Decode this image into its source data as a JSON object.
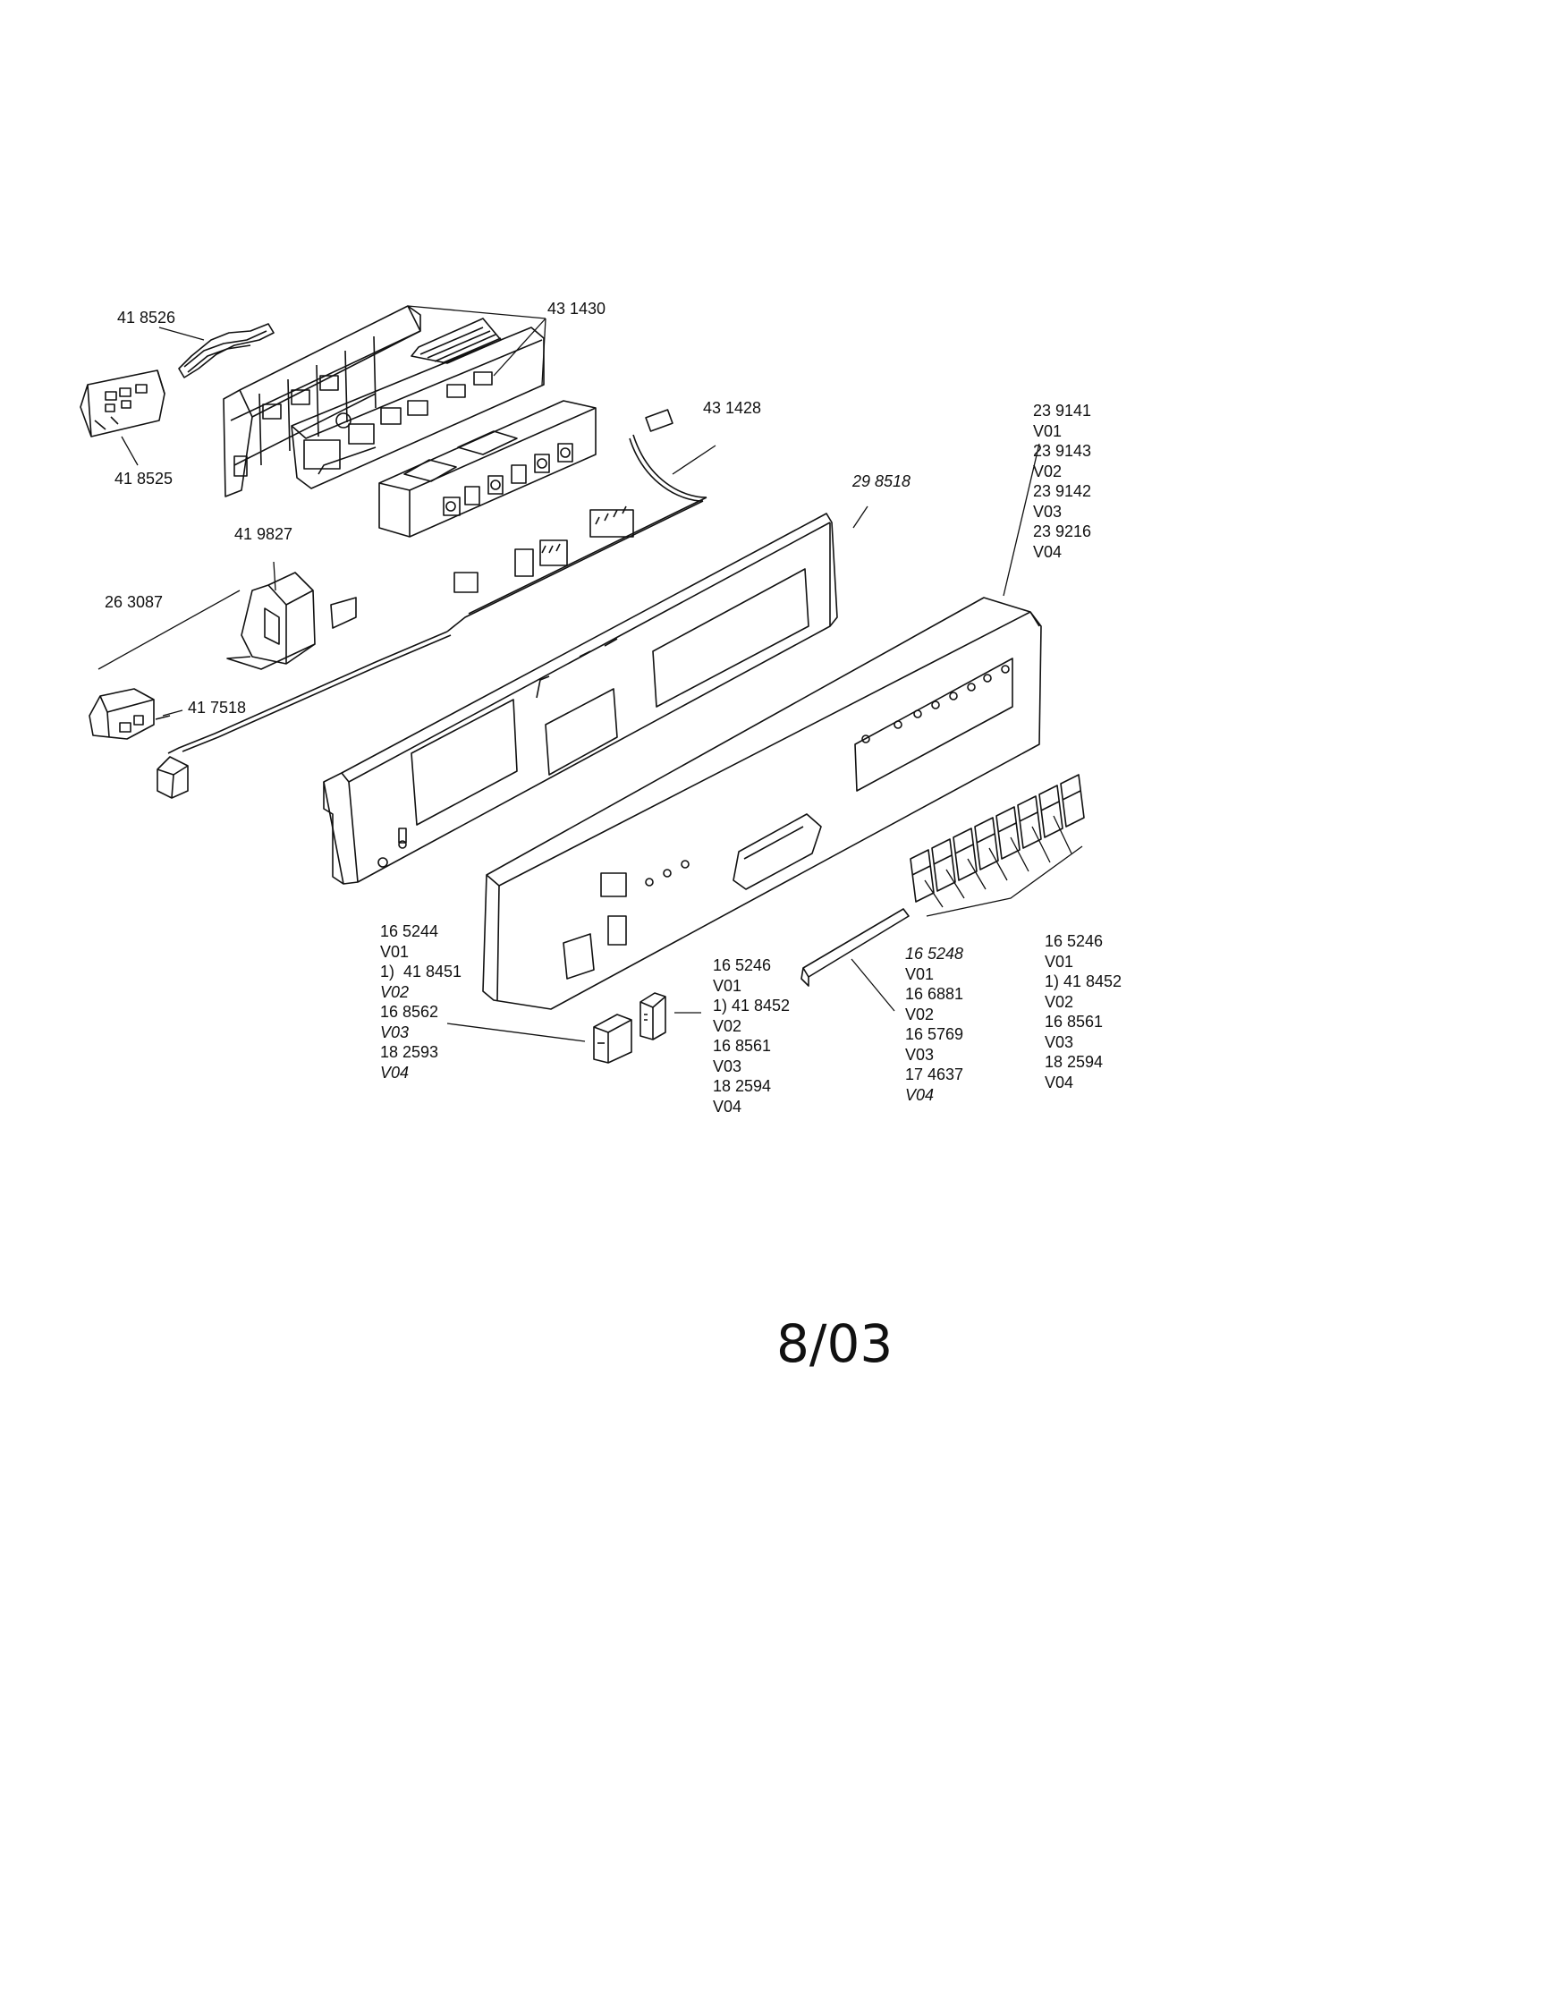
{
  "parts": {
    "p418526": "41 8526",
    "p431430": "43 1430",
    "p431428": "43 1428",
    "p418525": "41 8525",
    "p419827": "41 9827",
    "p263087": "26 3087",
    "p417518": "41 7518",
    "p298518": "29 8518",
    "fascia_variants": [
      "23 9141",
      "V01",
      "23 9143",
      "V02",
      "23 9142",
      "V03",
      "23 9216",
      "V04"
    ],
    "button_left_variants": [
      "16 5244",
      "V01",
      "1)  41 8451",
      "V02",
      "16 8562",
      "V03",
      "18 2593",
      "V04"
    ],
    "button_mid_variants": [
      "16 5246",
      "V01",
      "1) 41 8452",
      "V02",
      "16 8561",
      "V03",
      "18 2594",
      "V04"
    ],
    "strip_variants": [
      "16 5248",
      "V01",
      "16 6881",
      "V02",
      "16 5769",
      "V03",
      "17 4637",
      "V04"
    ],
    "button_row_variants": [
      "16 5246",
      "V01",
      "1) 41 8452",
      "V02",
      "16 8561",
      "V03",
      "18 2594",
      "V04"
    ]
  },
  "page_number": "8/03"
}
